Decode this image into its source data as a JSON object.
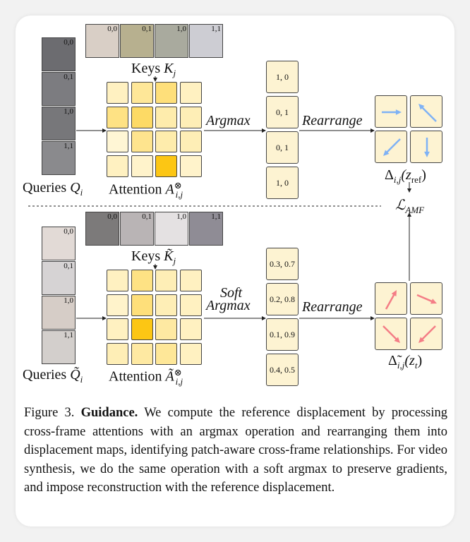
{
  "figure": {
    "top": {
      "keys_label": "Keys",
      "keys_symbol": "K",
      "keys_sub": "j",
      "queries_label": "Queries",
      "queries_symbol": "Q",
      "queries_sub": "i",
      "attention_label": "Attention",
      "attention_symbol": "A",
      "attention_sup": "⊗",
      "attention_sub": "i,j",
      "patch_labels": [
        "0,0",
        "0,1",
        "1,0",
        "1,1"
      ],
      "attention_intensity": [
        [
          0.15,
          0.35,
          0.5,
          0.15
        ],
        [
          0.45,
          0.6,
          0.25,
          0.2
        ],
        [
          0.05,
          0.4,
          0.25,
          0.2
        ],
        [
          0.15,
          0.1,
          1.0,
          0.1
        ]
      ],
      "operation": "Argmax",
      "values": [
        "1, 0",
        "0, 1",
        "0, 1",
        "1, 0"
      ],
      "rearrange": "Rearrange",
      "displacement_label": "Δ",
      "displacement_sub": "i,j",
      "displacement_arg": "(z",
      "displacement_arg_sub": "ref",
      "arrow_directions": [
        "right",
        "up-left",
        "down-left",
        "down"
      ],
      "arrow_color": "#7fb2f5"
    },
    "loss_label": "ℒ",
    "loss_sub": "AMF",
    "bottom": {
      "keys_label": "Keys",
      "keys_symbol": "K̃",
      "keys_sub": "j",
      "queries_label": "Queries",
      "queries_symbol": "Q̃",
      "queries_sub": "i",
      "attention_label": "Attention",
      "attention_symbol": "Ã",
      "attention_sup": "⊗",
      "attention_sub": "i,j",
      "patch_labels": [
        "0,0",
        "0,1",
        "1,0",
        "1,1"
      ],
      "attention_intensity": [
        [
          0.15,
          0.45,
          0.2,
          0.15
        ],
        [
          0.1,
          0.5,
          0.2,
          0.15
        ],
        [
          0.15,
          1.0,
          0.3,
          0.15
        ],
        [
          0.2,
          0.3,
          0.35,
          0.15
        ]
      ],
      "operation_line1": "Soft",
      "operation_line2": "Argmax",
      "values": [
        "0.3, 0.7",
        "0.2, 0.8",
        "0.1, 0.9",
        "0.4, 0.5"
      ],
      "rearrange": "Rearrange",
      "displacement_label": "Δ̃",
      "displacement_sub": "i,j",
      "displacement_arg": "(z",
      "displacement_arg_sub": "t",
      "arrow_directions": [
        "up-right",
        "right-down",
        "down-right",
        "down-left"
      ],
      "arrow_color": "#f47d86"
    }
  },
  "caption": {
    "prefix": "Figure 3.",
    "bold": "Guidance.",
    "text": "We compute the reference displacement by processing cross-frame attentions with an argmax operation and rearranging them into displacement maps, identifying patch-aware cross-frame relationships.  For video synthesis, we do the same operation with a soft argmax to preserve gradients, and impose reconstruction with the reference displacement."
  }
}
